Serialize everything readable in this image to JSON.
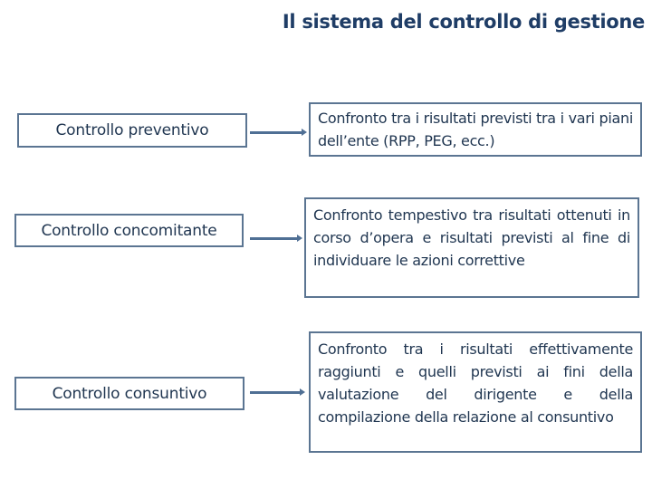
{
  "title": "Il sistema del controllo di gestione",
  "rows": [
    {
      "label": "Controllo preventivo",
      "description": "Confronto tra i risultati previsti tra i vari piani dell’ente (RPP, PEG, ecc.)"
    },
    {
      "label": "Controllo concomitante",
      "description": "Confronto tempestivo tra risultati ottenuti in corso d’opera e risultati previsti al fine di individuare le azioni correttive"
    },
    {
      "label": "Controllo consuntivo",
      "description": "Confronto tra i risultati effettivamente raggiunti e quelli previsti ai fini della valutazione del dirigente e della compilazione della relazione al consuntivo"
    }
  ],
  "colors": {
    "title": "#1f3d66",
    "border": "#5b7592",
    "arrow": "#4f6f94",
    "text": "#1f3550"
  }
}
